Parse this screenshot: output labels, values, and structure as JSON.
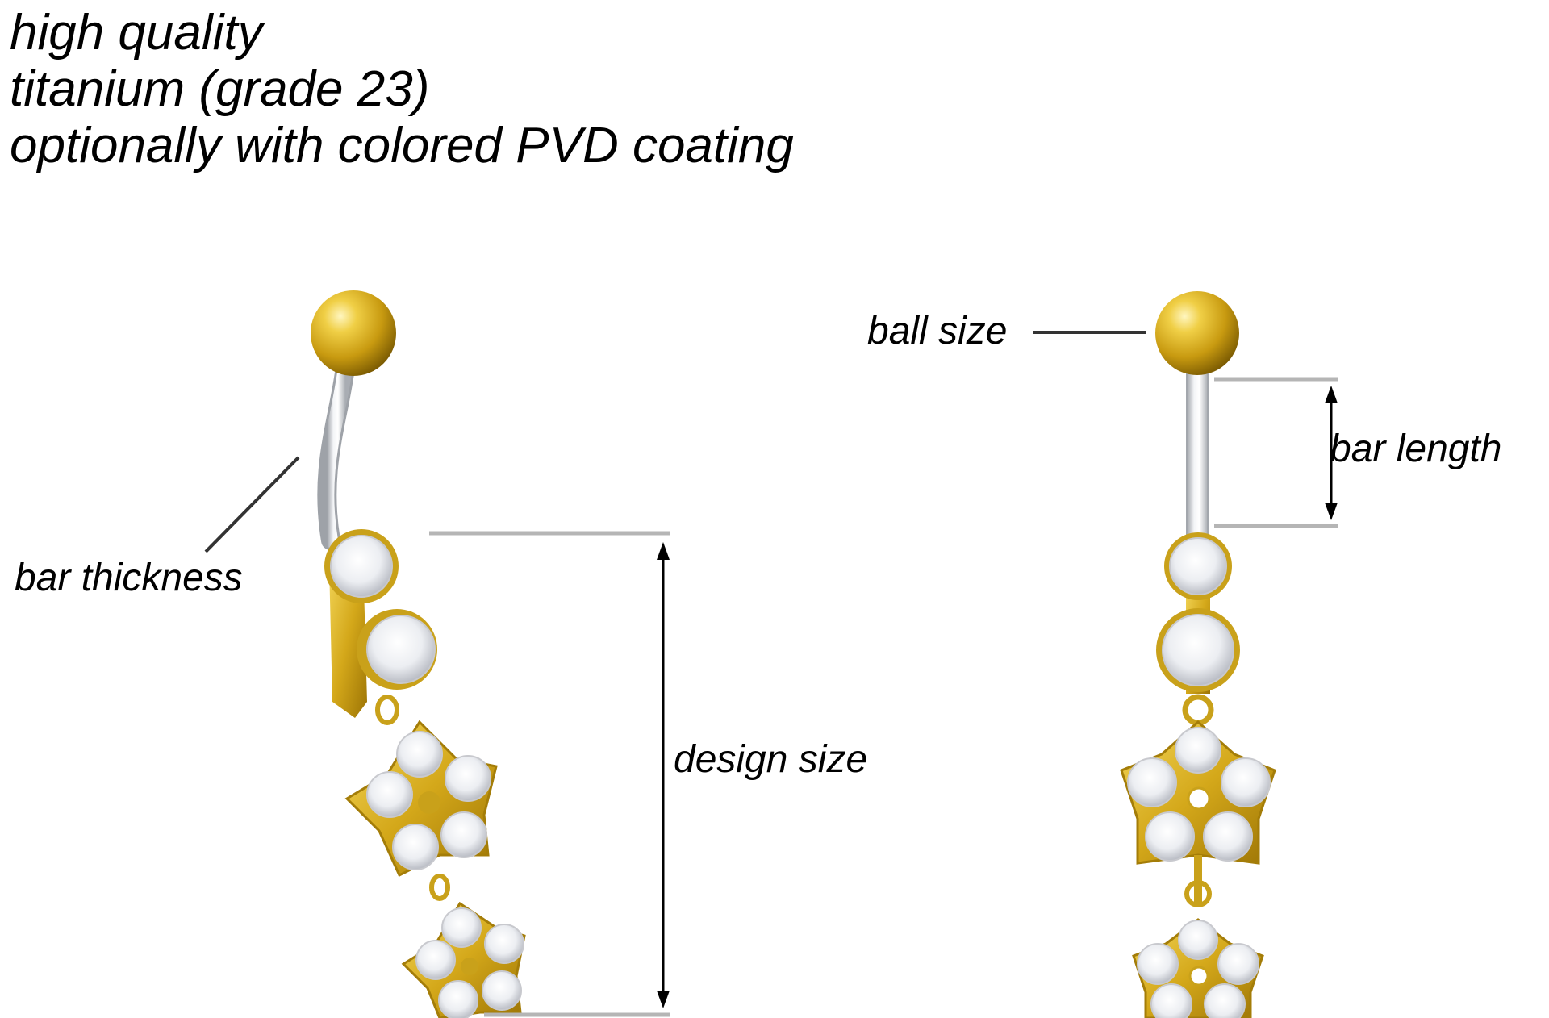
{
  "header": {
    "line1": "high quality",
    "line2": "titanium (grade 23)",
    "line3": "optionally with colored PVD coating"
  },
  "labels": {
    "bar_thickness": "bar thickness",
    "design_size": "design size",
    "ball_size": "ball size",
    "bar_length": "bar length"
  },
  "colors": {
    "gold": "#d9b21f",
    "gold_dark": "#a47d08",
    "silver": "#cfd2d6",
    "crystal": "#f2f2f4",
    "guide_line": "#b5b5b5",
    "text": "#000000"
  }
}
